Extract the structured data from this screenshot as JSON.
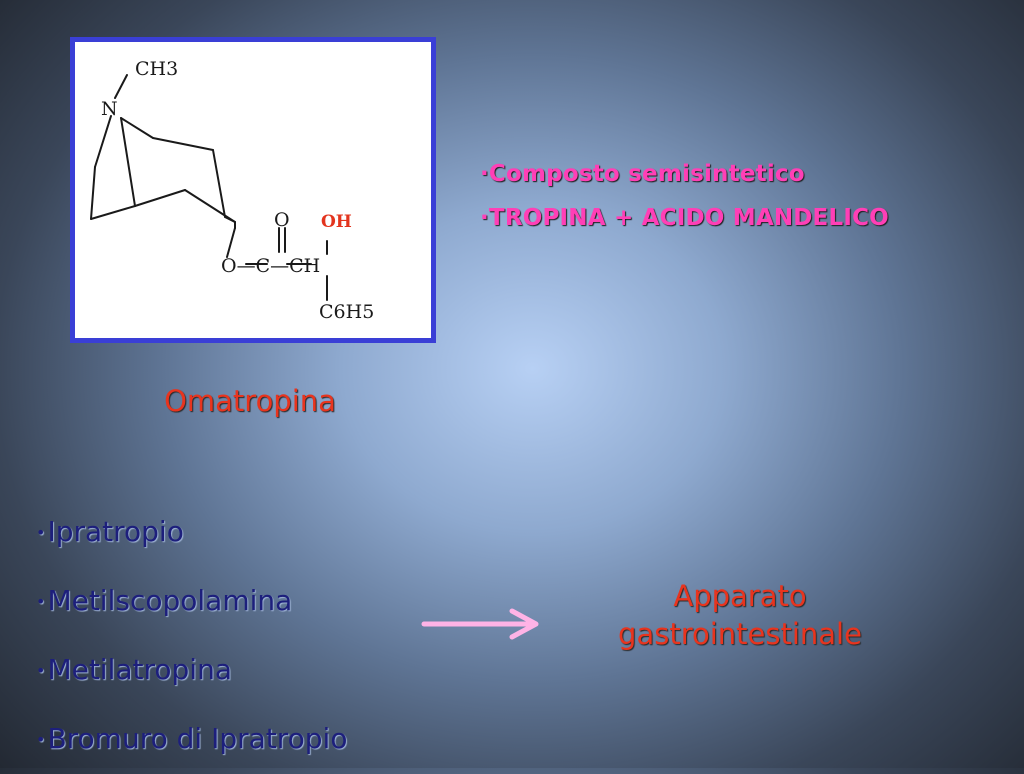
{
  "structure": {
    "labels": {
      "ch3": "CH3",
      "n": "N",
      "o_carbonyl": "O",
      "oh": "OH",
      "ester_chain": "O—C—CH",
      "c6h5": "C6H5"
    }
  },
  "caption": "Omatropina",
  "notes": [
    "·Composto semisintetico",
    "·TROPINA + ACIDO MANDELICO"
  ],
  "drugs": [
    "Ipratropio",
    "Metilscopolamina",
    "Metilatropina",
    "Bromuro di Ipratropio"
  ],
  "target": {
    "line1": "Apparato",
    "line2": "gastrointestinale"
  },
  "colors": {
    "frame": "#3a3fd6",
    "caption": "#e8341e",
    "notes": "#ff3fb6",
    "drugs": "#1d1f7c",
    "arrow": "#ffb3e6"
  }
}
